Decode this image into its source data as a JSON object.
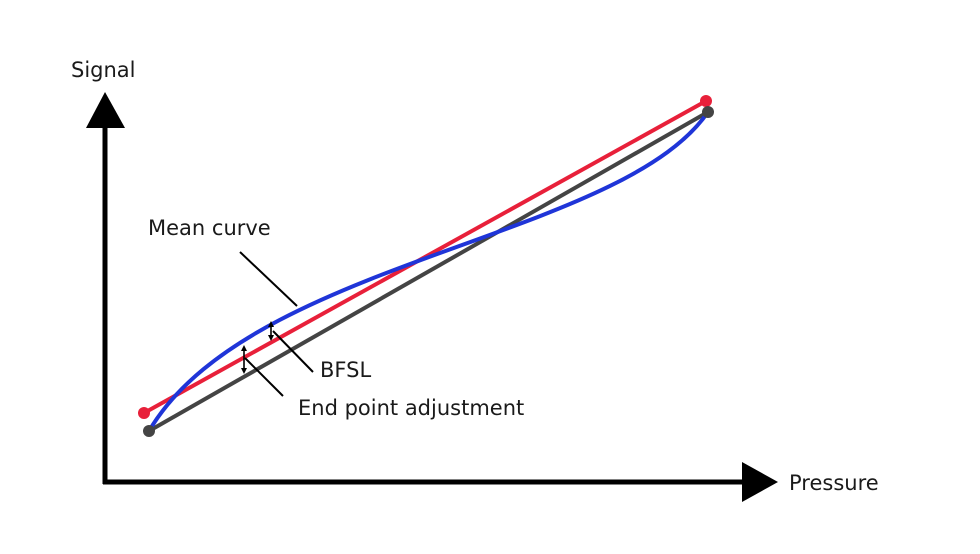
{
  "axes": {
    "y_label": "Signal",
    "x_label": "Pressure"
  },
  "labels": {
    "mean_curve": "Mean curve",
    "bfsl": "BFSL",
    "end_point": "End point adjustment"
  },
  "colors": {
    "mean_curve": "#1f35d8",
    "bfsl": "#e8203a",
    "end_point": "#444444",
    "axis": "#000000"
  }
}
